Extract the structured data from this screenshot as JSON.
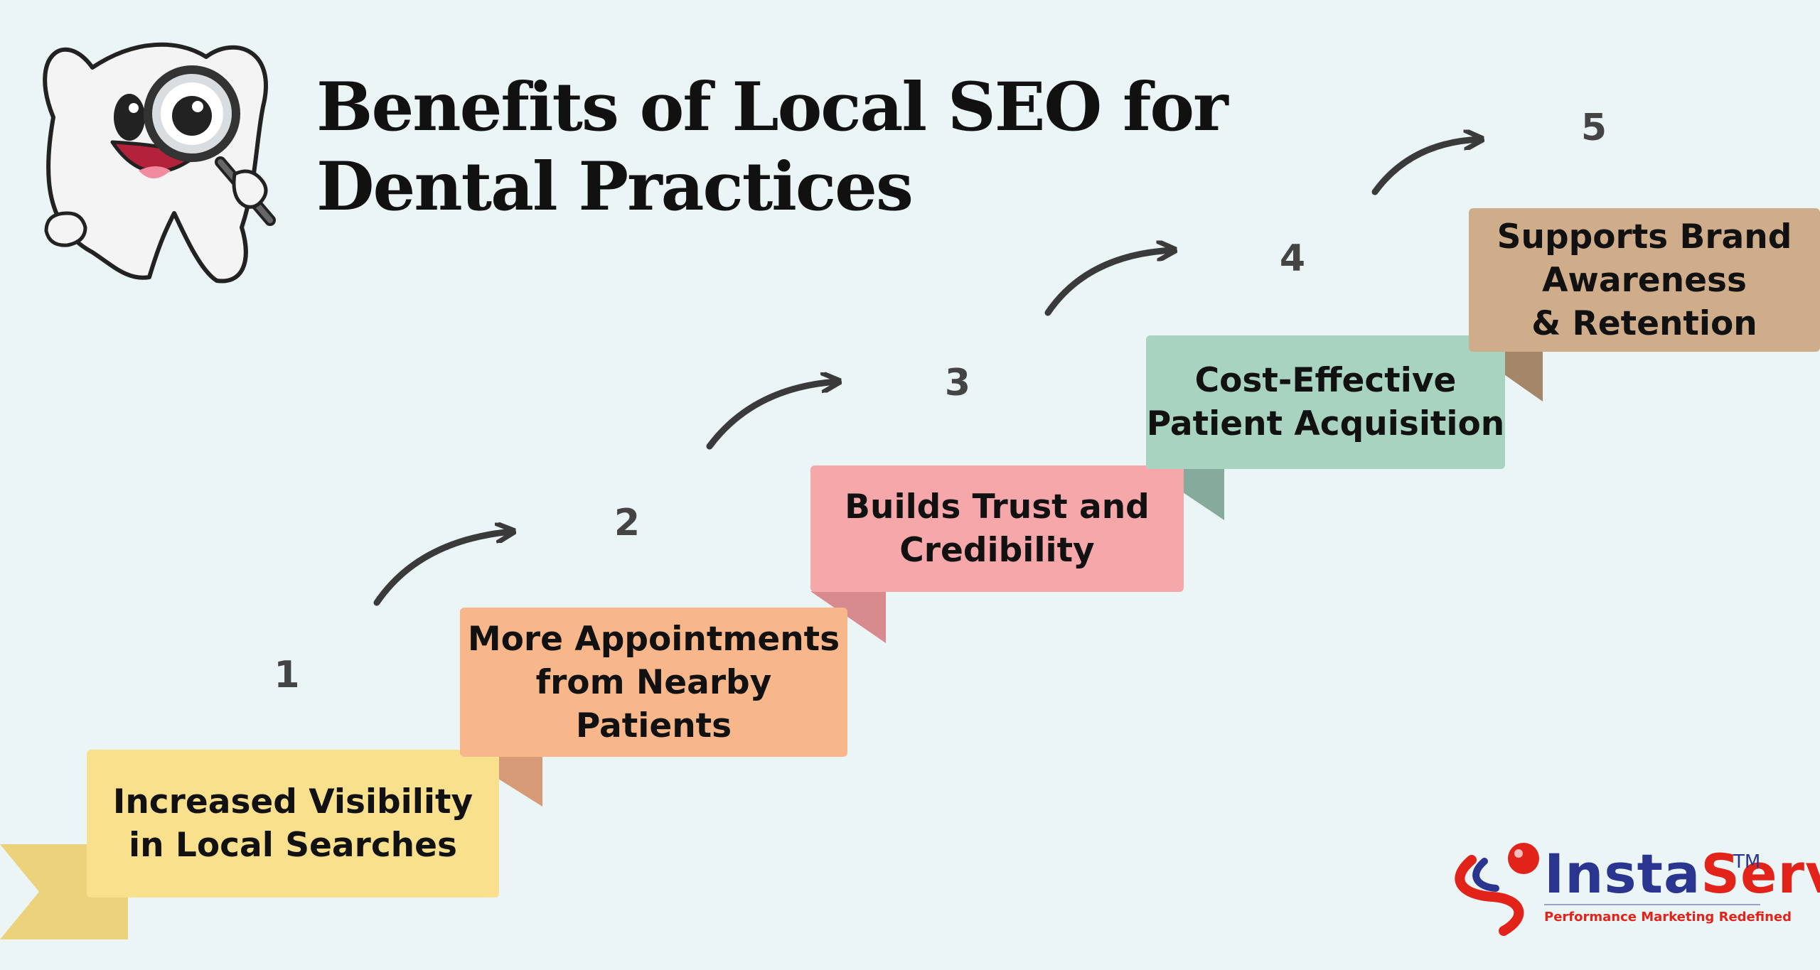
{
  "title": {
    "line1": "Benefits of Local SEO for",
    "line2": "Dental Practices"
  },
  "steps": [
    {
      "number": "1",
      "lines": [
        "Increased Visibility",
        "in Local Searches"
      ],
      "color": "#f9e08c",
      "circle_color": "#f8e38a"
    },
    {
      "number": "2",
      "lines": [
        "More Appointments",
        "from Nearby",
        "Patients"
      ],
      "color": "#f8b78a",
      "circle_color": "#f8b582"
    },
    {
      "number": "3",
      "lines": [
        "Builds Trust and",
        "Credibility"
      ],
      "color": "#f6a7aa",
      "circle_color": "#f6a5a8"
    },
    {
      "number": "4",
      "lines": [
        "Cost-Effective",
        "Patient Acquisition"
      ],
      "color": "#a7d3c0",
      "circle_color": "#88ac9f"
    },
    {
      "number": "5",
      "lines": [
        "Supports Brand",
        "Awareness",
        "& Retention"
      ],
      "color": "#cfad8a",
      "circle_color": "#d1ad88"
    }
  ],
  "brand": {
    "name_part1": "Insta",
    "name_part2": "Serv",
    "trademark": "TM",
    "tagline": "Performance Marketing Redefined"
  },
  "icons": [
    "tooth-mascot-icon",
    "magnifying-glass-icon",
    "curved-arrow-icon",
    "instaserv-logo-icon"
  ]
}
